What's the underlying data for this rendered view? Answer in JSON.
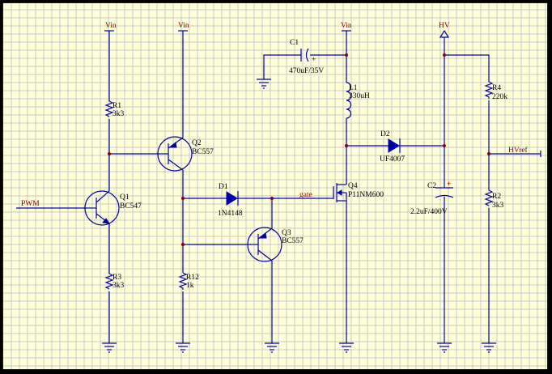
{
  "nets": {
    "vin_q1": "Vin",
    "vin_q2": "Vin",
    "vin_l1": "Vin",
    "hv": "HV",
    "pwm": "PWM",
    "gate": "gate",
    "hvref": "HVref"
  },
  "components": {
    "r1": {
      "ref": "R1",
      "value": "3k3"
    },
    "r3": {
      "ref": "R3",
      "value": "3k3"
    },
    "r12": {
      "ref": "R12",
      "value": "1k"
    },
    "r4": {
      "ref": "R4",
      "value": "220k"
    },
    "r2": {
      "ref": "R2",
      "value": "3k3"
    },
    "q1": {
      "ref": "Q1",
      "value": "BC547"
    },
    "q2": {
      "ref": "Q2",
      "value": "BC557"
    },
    "q3": {
      "ref": "Q3",
      "value": "BC557"
    },
    "q4": {
      "ref": "Q4",
      "value": "P11NM600"
    },
    "d1": {
      "ref": "D1",
      "value": "1N4148"
    },
    "d2": {
      "ref": "D2",
      "value": "UF4007"
    },
    "c1": {
      "ref": "C1",
      "value": "470uF/35V",
      "polarity": "+"
    },
    "c2": {
      "ref": "C2",
      "value": "2.2uF/400V",
      "polarity": "+"
    },
    "l1": {
      "ref": "L1",
      "value": "330uH"
    }
  },
  "colors": {
    "background": "#ffffd8",
    "grid": "#c8c8c8",
    "wire": "#0000a8",
    "net_label": "#8b0000",
    "junction": "#8b0000"
  }
}
